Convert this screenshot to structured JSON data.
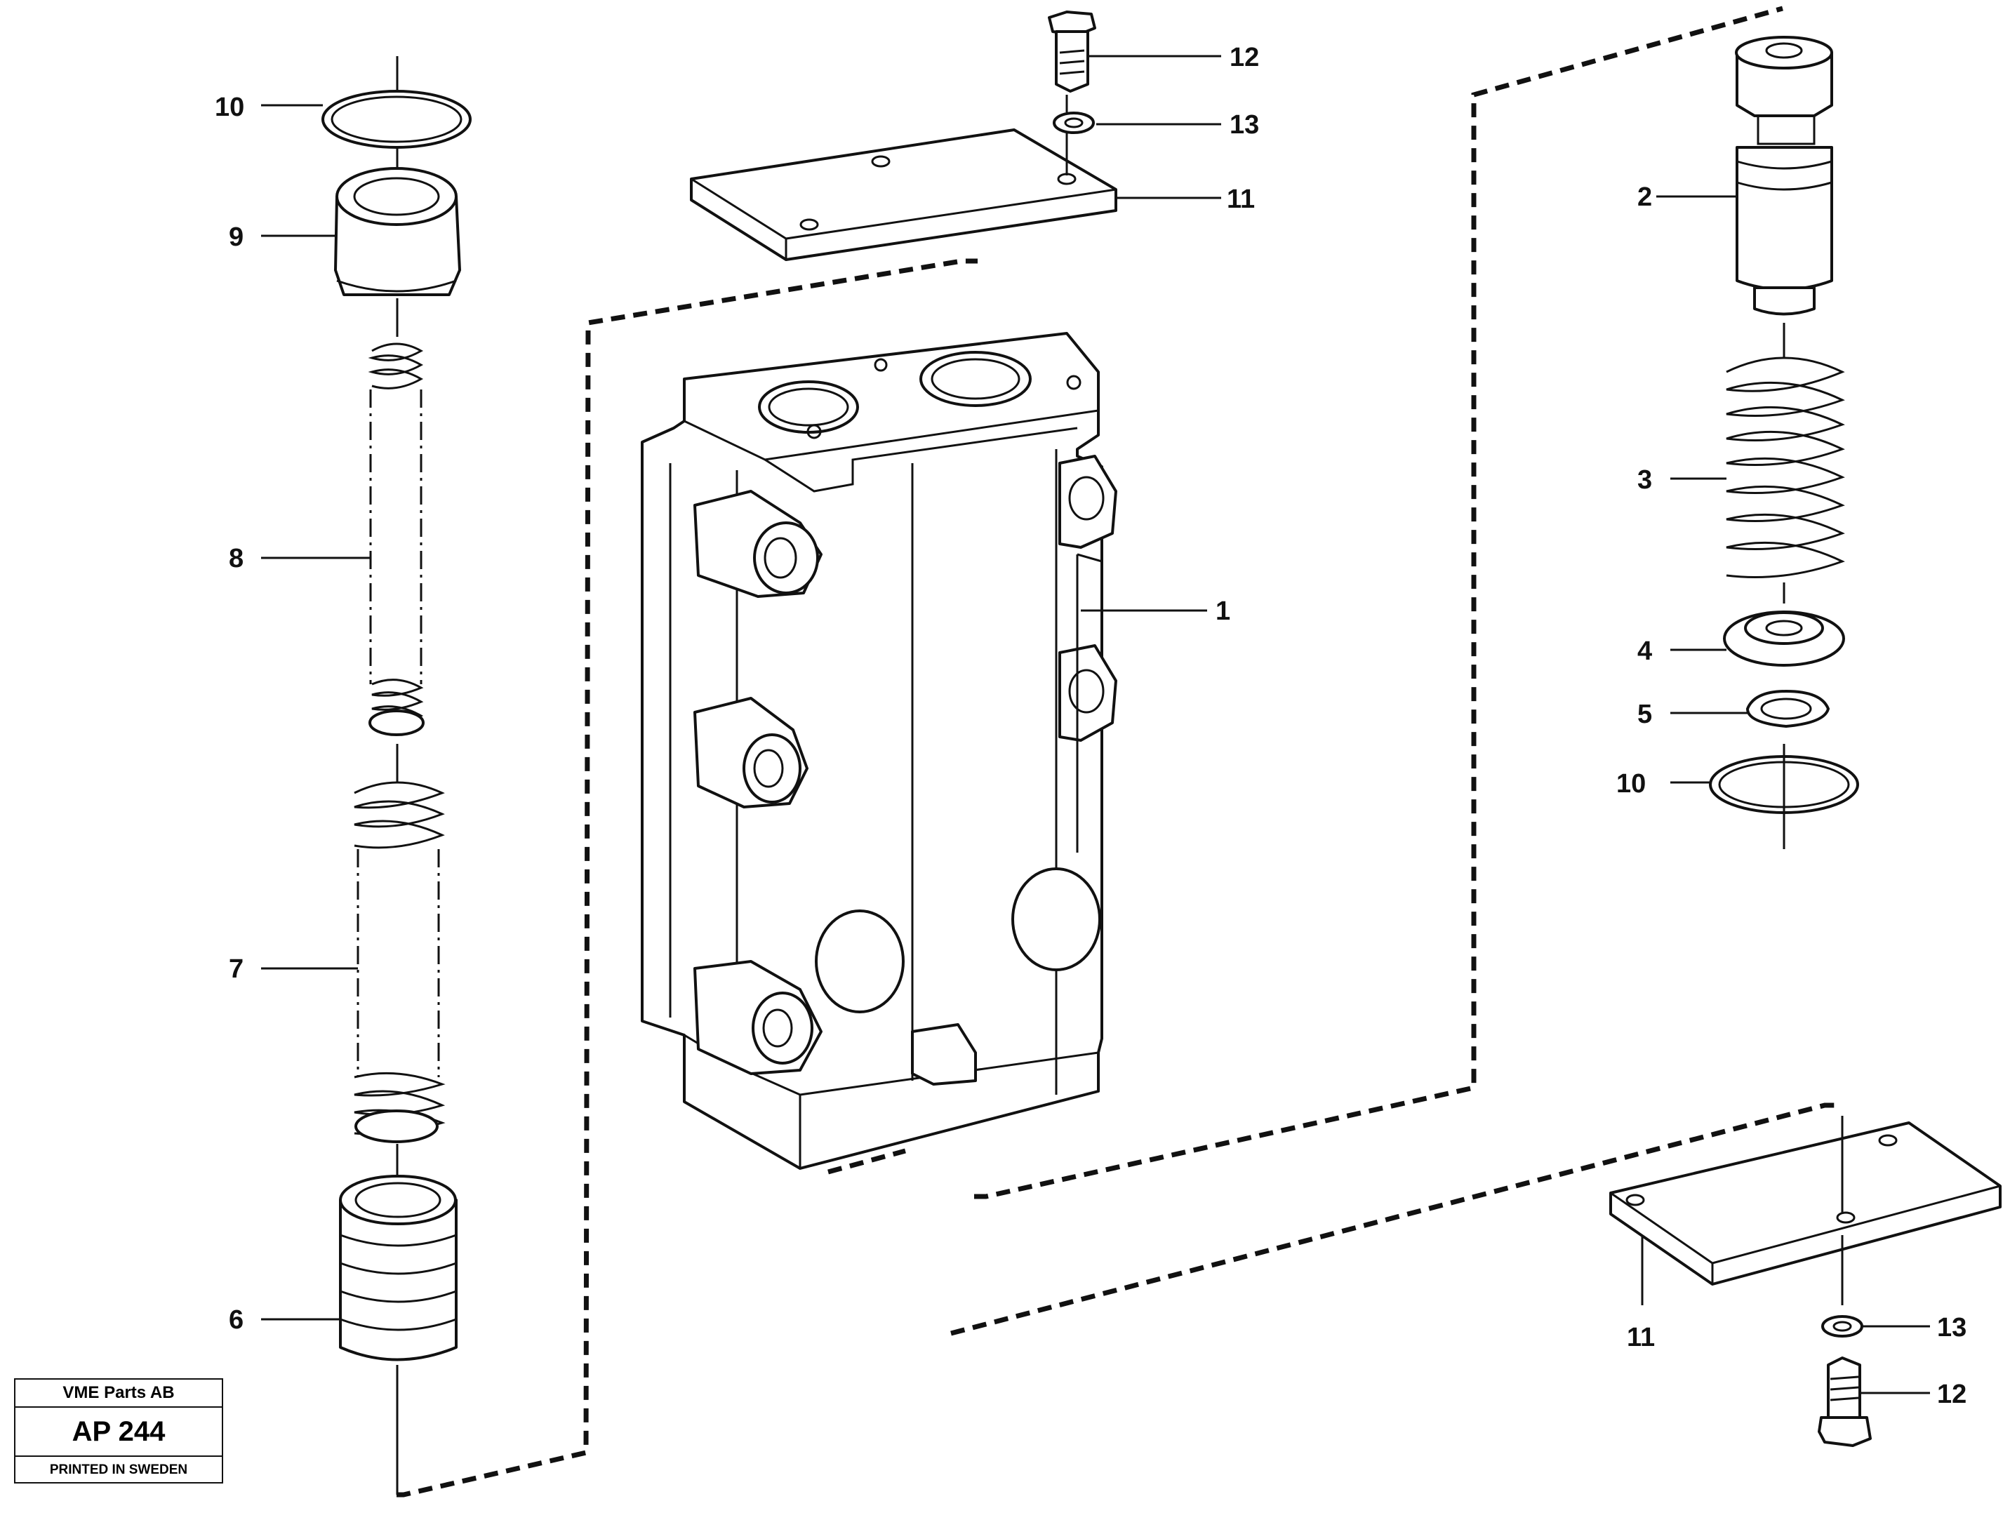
{
  "callouts": [
    {
      "id": "c10a",
      "text": "10"
    },
    {
      "id": "c9",
      "text": "9"
    },
    {
      "id": "c8",
      "text": "8"
    },
    {
      "id": "c7",
      "text": "7"
    },
    {
      "id": "c6",
      "text": "6"
    },
    {
      "id": "c12a",
      "text": "12"
    },
    {
      "id": "c13a",
      "text": "13"
    },
    {
      "id": "c11a",
      "text": "11"
    },
    {
      "id": "c1",
      "text": "1"
    },
    {
      "id": "c2",
      "text": "2"
    },
    {
      "id": "c3",
      "text": "3"
    },
    {
      "id": "c4",
      "text": "4"
    },
    {
      "id": "c5",
      "text": "5"
    },
    {
      "id": "c10b",
      "text": "10"
    },
    {
      "id": "c11b",
      "text": "11"
    },
    {
      "id": "c13b",
      "text": "13"
    },
    {
      "id": "c12b",
      "text": "12"
    }
  ],
  "stamp": {
    "company": "VME Parts AB",
    "code": "AP 244",
    "printed": "PRINTED IN SWEDEN"
  }
}
